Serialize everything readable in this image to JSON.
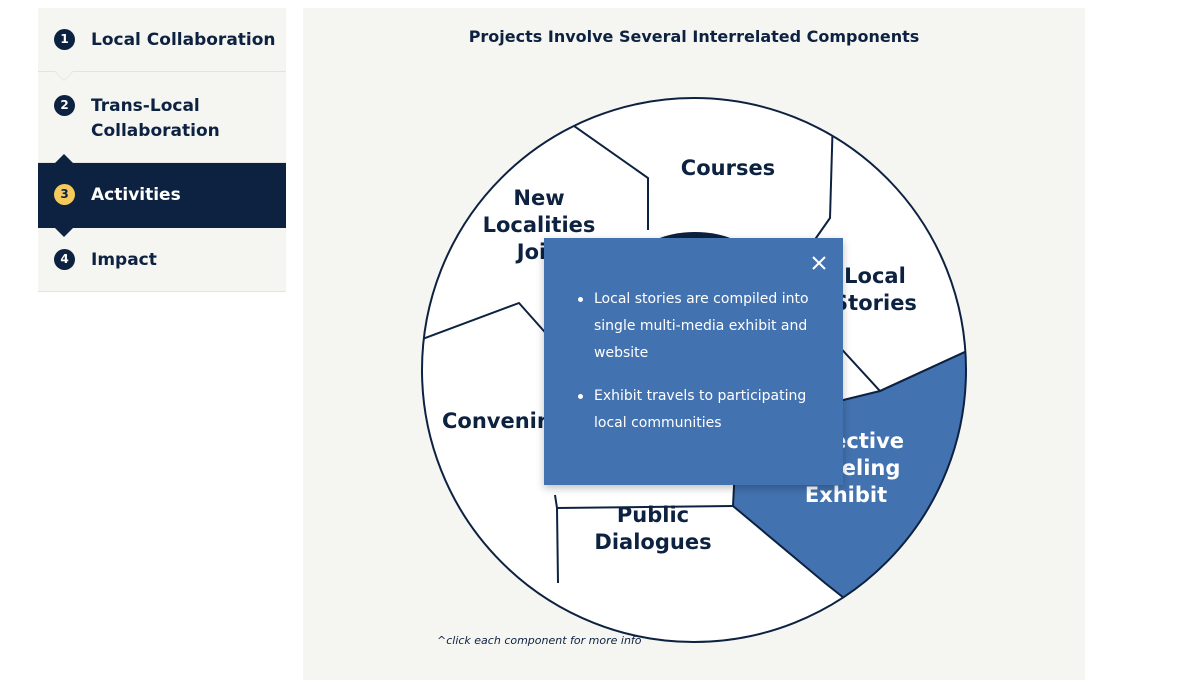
{
  "steps": [
    {
      "num": "1",
      "label": "Local Collaboration"
    },
    {
      "num": "2",
      "label": "Trans-Local Collaboration",
      "label_lines": [
        "Trans-Local",
        "Collaboration"
      ]
    },
    {
      "num": "3",
      "label": "Activities",
      "active": true
    },
    {
      "num": "4",
      "label": "Impact"
    }
  ],
  "panel": {
    "title": "Projects Involve Several Interrelated Components",
    "footnote": "^click each component for more info"
  },
  "segments": {
    "courses": {
      "label": "Courses",
      "lines": [
        "Courses"
      ]
    },
    "local_stories": {
      "label": "Local Stories",
      "lines": [
        "Local",
        "Stories"
      ]
    },
    "exhibit": {
      "label": "Collective Traveling Exhibit",
      "lines": [
        "Collective",
        "Traveling",
        "Exhibit"
      ],
      "selected": true
    },
    "dialogues": {
      "label": "Public Dialogues",
      "lines": [
        "Public",
        "Dialogues"
      ]
    },
    "convenings": {
      "label": "Convenings",
      "lines": [
        "Convenings"
      ]
    },
    "new_localities": {
      "label": "New Localities Join",
      "lines": [
        "New",
        "Localities",
        "Join"
      ]
    }
  },
  "popup": {
    "items": [
      "Local stories are compiled into single multi-media exhibit and website",
      "Exhibit travels to participating local communities"
    ],
    "item_lines": [
      [
        "Local stories are compiled into",
        "single multi-media exhibit and",
        "website"
      ],
      [
        "Exhibit travels to participating",
        "local communities"
      ]
    ],
    "close_icon": "close-icon"
  },
  "colors": {
    "navy": "#0d2240",
    "accent_blue": "#4372b0",
    "badge_yellow": "#f4c95d",
    "panel_bg": "#f5f5f2"
  }
}
